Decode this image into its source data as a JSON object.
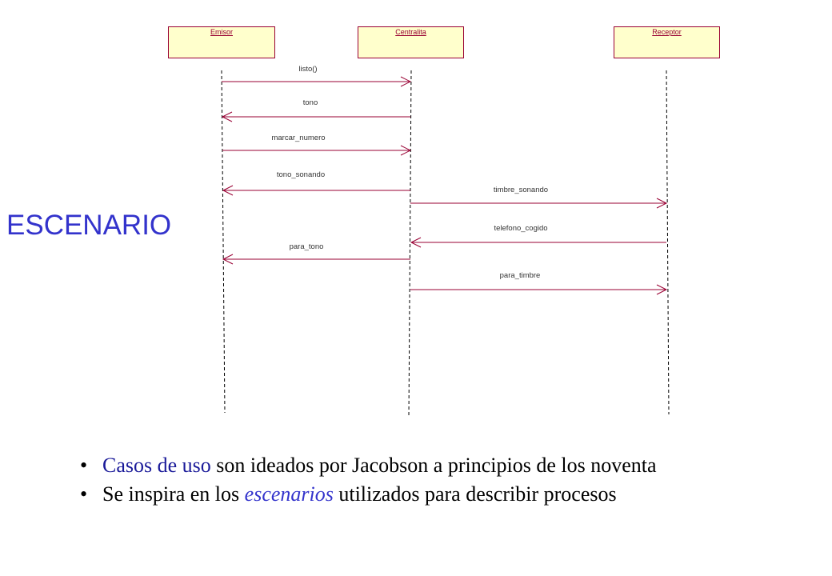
{
  "diagram": {
    "actors": [
      "Emisor",
      "Centralita",
      "Receptor"
    ],
    "messages": [
      {
        "label": "listo()",
        "from": "Emisor",
        "to": "Centralita"
      },
      {
        "label": "tono",
        "from": "Centralita",
        "to": "Emisor"
      },
      {
        "label": "marcar_numero",
        "from": "Emisor",
        "to": "Centralita"
      },
      {
        "label": "tono_sonando",
        "from": "Centralita",
        "to": "Emisor"
      },
      {
        "label": "timbre_sonando",
        "from": "Centralita",
        "to": "Receptor"
      },
      {
        "label": "telefono_cogido",
        "from": "Receptor",
        "to": "Centralita"
      },
      {
        "label": "para_tono",
        "from": "Centralita",
        "to": "Emisor"
      },
      {
        "label": "para_timbre",
        "from": "Centralita",
        "to": "Receptor"
      }
    ]
  },
  "title": "ESCENARIO",
  "bullets": [
    {
      "marker": "•",
      "highlight": "Casos de uso",
      "rest": " son ideados por Jacobson a principios de los noventa"
    },
    {
      "marker": "•",
      "before": "Se inspira en los ",
      "highlight": "escenarios",
      "after": " utilizados para describir procesos"
    }
  ],
  "colors": {
    "actor_fill": "#ffffcc",
    "actor_border": "#990033",
    "message": "#990033",
    "title": "#3333cc",
    "highlight": "#1a1a99"
  }
}
